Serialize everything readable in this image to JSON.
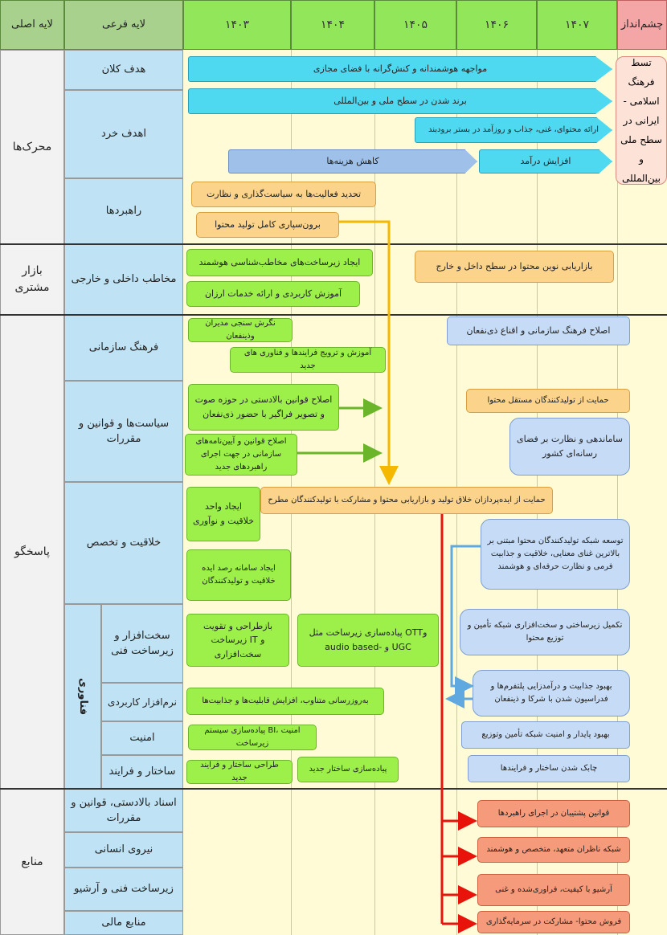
{
  "header": {
    "main_layer": "لایه اصلی",
    "sub_layer": "لایه فرعی",
    "years": [
      "۱۴۰۳",
      "۱۴۰۴",
      "۱۴۰۵",
      "۱۴۰۶",
      "۱۴۰۷"
    ],
    "vision": "چشم‌انداز"
  },
  "main_layers": [
    "محرک‌ها",
    "بازار مشتری",
    "پاسخگو",
    "منابع"
  ],
  "sub_layers": {
    "goal_macro": "هدف کلان",
    "goal_micro": "اهدف خرد",
    "strategies": "راهبردها",
    "audiences": "مخاطب داخلی و خارجی",
    "org_culture": "فرهنگ سازمانی",
    "policies": "سیاست‌ها و قوانین و مقررات",
    "creativity": "خلاقیت و تخصص",
    "tech_vertical": "فناوری",
    "hardware": "سخت‌افزار و زیرساخت فنی",
    "software": "نرم‌افزار کاربردی",
    "security": "امنیت",
    "structure": "ساختار و فرایند",
    "documents": "اسناد بالادستی، قوانین و مقررات",
    "human": "نیروی انسانی",
    "infra_archive": "زیرساخت فنی و آرشیو",
    "finance": "منابع مالی"
  },
  "vision_text": "تسط فرهنگ اسلامی - ایرانی در سطح ملی و بین‌المللی",
  "boxes": {
    "b1": "مواجهه هوشمندانه و کنش‌گرانه با فضای مجازی",
    "b2": "برند شدن در سطح ملی و بین‌المللی",
    "b3": "ارائه محتوای، غنی، جذاب و روزآمد در بستر برودبند",
    "b4": "کاهش هزینه‌ها",
    "b5": "افزایش درآمد",
    "b6": "تحدید فعالیت‌ها به سیاست‌گذاری و نظارت",
    "b7": "برون‌سپاری کامل تولید محتوا",
    "b8": "ایجاد زیرساخت‌های مخاطب‌شناسی هوشمند",
    "b9": "آموزش کاربردی و ارائه خدمات ارزان",
    "b10": "بازاریابی نوین محتوا در سطح داخل و خارج",
    "b11": "نگرش سنجی مدیران وذینفعان",
    "b12": "آموزش و ترویج فرایندها و فناوری های جدید",
    "b13": "اصلاح فرهنگ سازمانی و اقناع ذی‌نفعان",
    "b14": "اصلاح قوانین بالادستی در حوزه صوت و تصویر فراگیر با حضور ذی‌نفعان",
    "b15": "اصلاح قوانین و آیین‌نامه‌های سازمانی در جهت اجرای راهبردهای جدید",
    "b16": "حمایت از تولیدکنندگان مستقل محتوا",
    "b17": "ساماندهی و نظارت بر فضای رسانه‌ای کشور",
    "b18": "ایجاد واحد خلاقیت و نوآوری",
    "b19": "حمایت از ایده‌پردازان خلاق تولید و بازاریابی محتوا و مشارکت با تولیدکنندگان مطرح",
    "b20": "توسعه شبکه تولیدکنندگان محتوا مبتنی بر بالاترین غنای معنایی، خلاقیت و جذابیت فرمی و نظارت حرفه‌ای و هوشمند",
    "b21": "ایجاد سامانه رصد ایده خلاقیت و تولیدکنندگان",
    "b22": "بازطراحی و تقویت زیرساخت IT و سخت‌افزاری",
    "b23": "پیاده‌سازی زیرساخت مثل OTTو audio based- و UGC",
    "b24": "تکمیل زیرساختی و سخت‌افزاری شبکه تأمین و توزیع محتوا",
    "b25": "بهبود جذابیت و درآمدزایی پلتفرم‌ها و فدراسیون شدن با شرکا و ذینفعان",
    "b26": "به‌روزرسانی متناوب، افزایش قابلیت‌ها و جذابیت‌ها",
    "b27": "پیاده‌سازی سیستم BI، امنیت زیرساخت",
    "b28": "بهبود پایدار و امنیت شبکه تأمین وتوزیع",
    "b29": "طراحی ساختار و فرایند جدید",
    "b30": "پیاده‌سازی ساختار جدید",
    "b31": "چابک شدن ساختار و فرایندها",
    "b32": "قوانین پشتیبان در اجرای راهبردها",
    "b33": "شبکه ناظران متعهد، متخصص و هوشمند",
    "b34": "آرشیو با کیفیت، فراوری‌شده و غنی",
    "b35": "فروش محتوا- مشارکت در سرمایه‌گذاری"
  },
  "colors": {
    "cyan": "#4fd9f0",
    "blue": "#9fc0e8",
    "orange": "#fbd38a",
    "green": "#9df04a",
    "salmon": "#f59a7a",
    "arrow_orange": "#f5b800",
    "arrow_red": "#e8140c",
    "arrow_green": "#6ab52a",
    "arrow_blue": "#5fa8e0"
  }
}
